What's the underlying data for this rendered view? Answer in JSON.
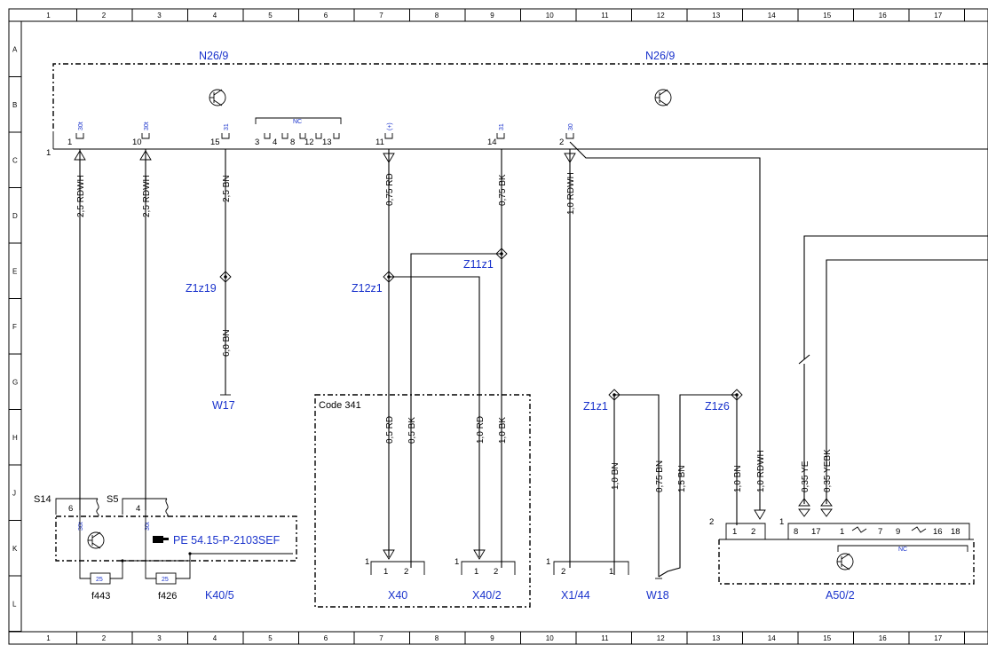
{
  "grid": {
    "columns": [
      "1",
      "2",
      "3",
      "4",
      "5",
      "6",
      "7",
      "8",
      "9",
      "10",
      "11",
      "12",
      "13",
      "14",
      "15",
      "16",
      "17"
    ],
    "rows": [
      "A",
      "B",
      "C",
      "D",
      "E",
      "F",
      "G",
      "H",
      "J",
      "K",
      "L"
    ]
  },
  "components": {
    "n26_9_left": "N26/9",
    "n26_9_right": "N26/9",
    "k40_5": "K40/5",
    "a50_2": "A50/2",
    "code_box": "Code 341",
    "pe_ref": "PE 54.15-P-2103SEF",
    "nc_left": "NC",
    "nc_right": "NC"
  },
  "connectors": {
    "x40": "X40",
    "x40_2": "X40/2",
    "x1_44": "X1/44",
    "w18": "W18",
    "w17": "W17"
  },
  "splices": {
    "z1z19": "Z1z19",
    "z12z1": "Z12z1",
    "z11z1": "Z11z1",
    "z1z1": "Z1z1",
    "z1z6": "Z1z6"
  },
  "fuses": {
    "f443": "f443",
    "f426": "f426",
    "rating_1": "25",
    "rating_2": "25"
  },
  "wires": {
    "w_c1": "2,5 RDWH",
    "w_c2": "2,5 RDWH",
    "w_c3": "2,5 BN",
    "w_c3b": "6,0 BN",
    "w_c4": "0,75 RD",
    "w_c5": "0,75 BK",
    "w_c6": "1,0 RDWH",
    "w_x40_rd": "0,5 RD",
    "w_x40_bk": "0,5 BK",
    "w_x402_rd": "1,0 RD",
    "w_x402_bk": "1,0 BK",
    "w_z1z1_bn": "1,0 BN",
    "w_w18_a": "0,75 BN",
    "w_w18_b": "1,5 BN",
    "w_z1z6_bn": "1,0 BN",
    "w_rdwh_right": "1,0 RDWH",
    "w_ye": "0,35 YE",
    "w_yebk": "0,35 YEBK"
  },
  "pins": {
    "p1": "1",
    "p10": "10",
    "p15": "15",
    "p3": "3",
    "p4": "4",
    "p8": "8",
    "p12": "12",
    "p13": "13",
    "p11": "11",
    "p14": "14",
    "p2": "2",
    "row_start": "1",
    "t1": "30t",
    "t10": "30t",
    "t15": "31",
    "t11": "(+)",
    "t14": "31",
    "t2": "30",
    "s14": "S14",
    "s5": "S5",
    "s14pin": "6",
    "s5pin": "4",
    "k_t1": "30t",
    "k_t2": "30t",
    "x40_1": "1",
    "x40_pin1": "1",
    "x40_pin2": "2",
    "x402_1": "1",
    "x402_pin1": "1",
    "x402_pin2": "2",
    "x144_1": "1",
    "x144_pin2": "2",
    "x144_pin1": "1",
    "a50_2": "2",
    "a50_1": "1",
    "a50_p1": "1",
    "a50_p2": "2",
    "a50_p8": "8",
    "a50_p17": "17",
    "a50_p1b": "1",
    "a50_p7": "7",
    "a50_p9": "9",
    "a50_p16": "16",
    "a50_p18": "18"
  }
}
